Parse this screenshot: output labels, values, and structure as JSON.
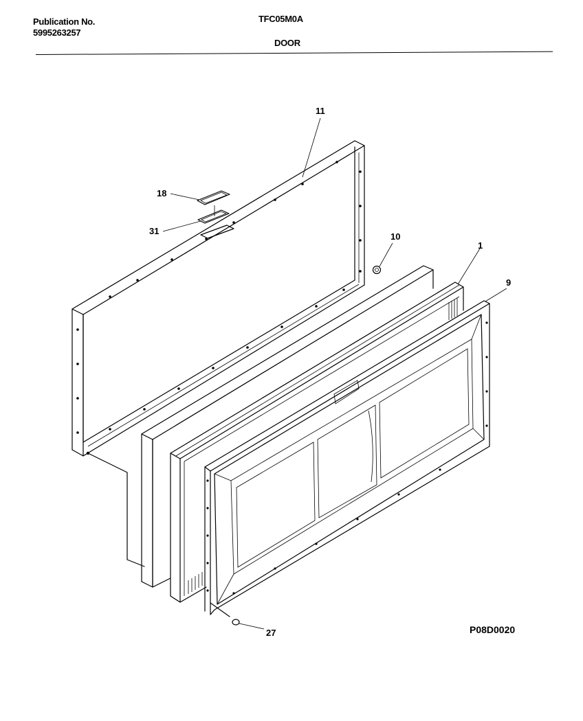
{
  "header": {
    "publication_label": "Publication No.",
    "publication_number": "5995263257",
    "model": "TFC05M0A",
    "section": "DOOR"
  },
  "callouts": [
    "11",
    "18",
    "31",
    "10",
    "1",
    "9",
    "27"
  ],
  "diagram_code": "P08D0020"
}
